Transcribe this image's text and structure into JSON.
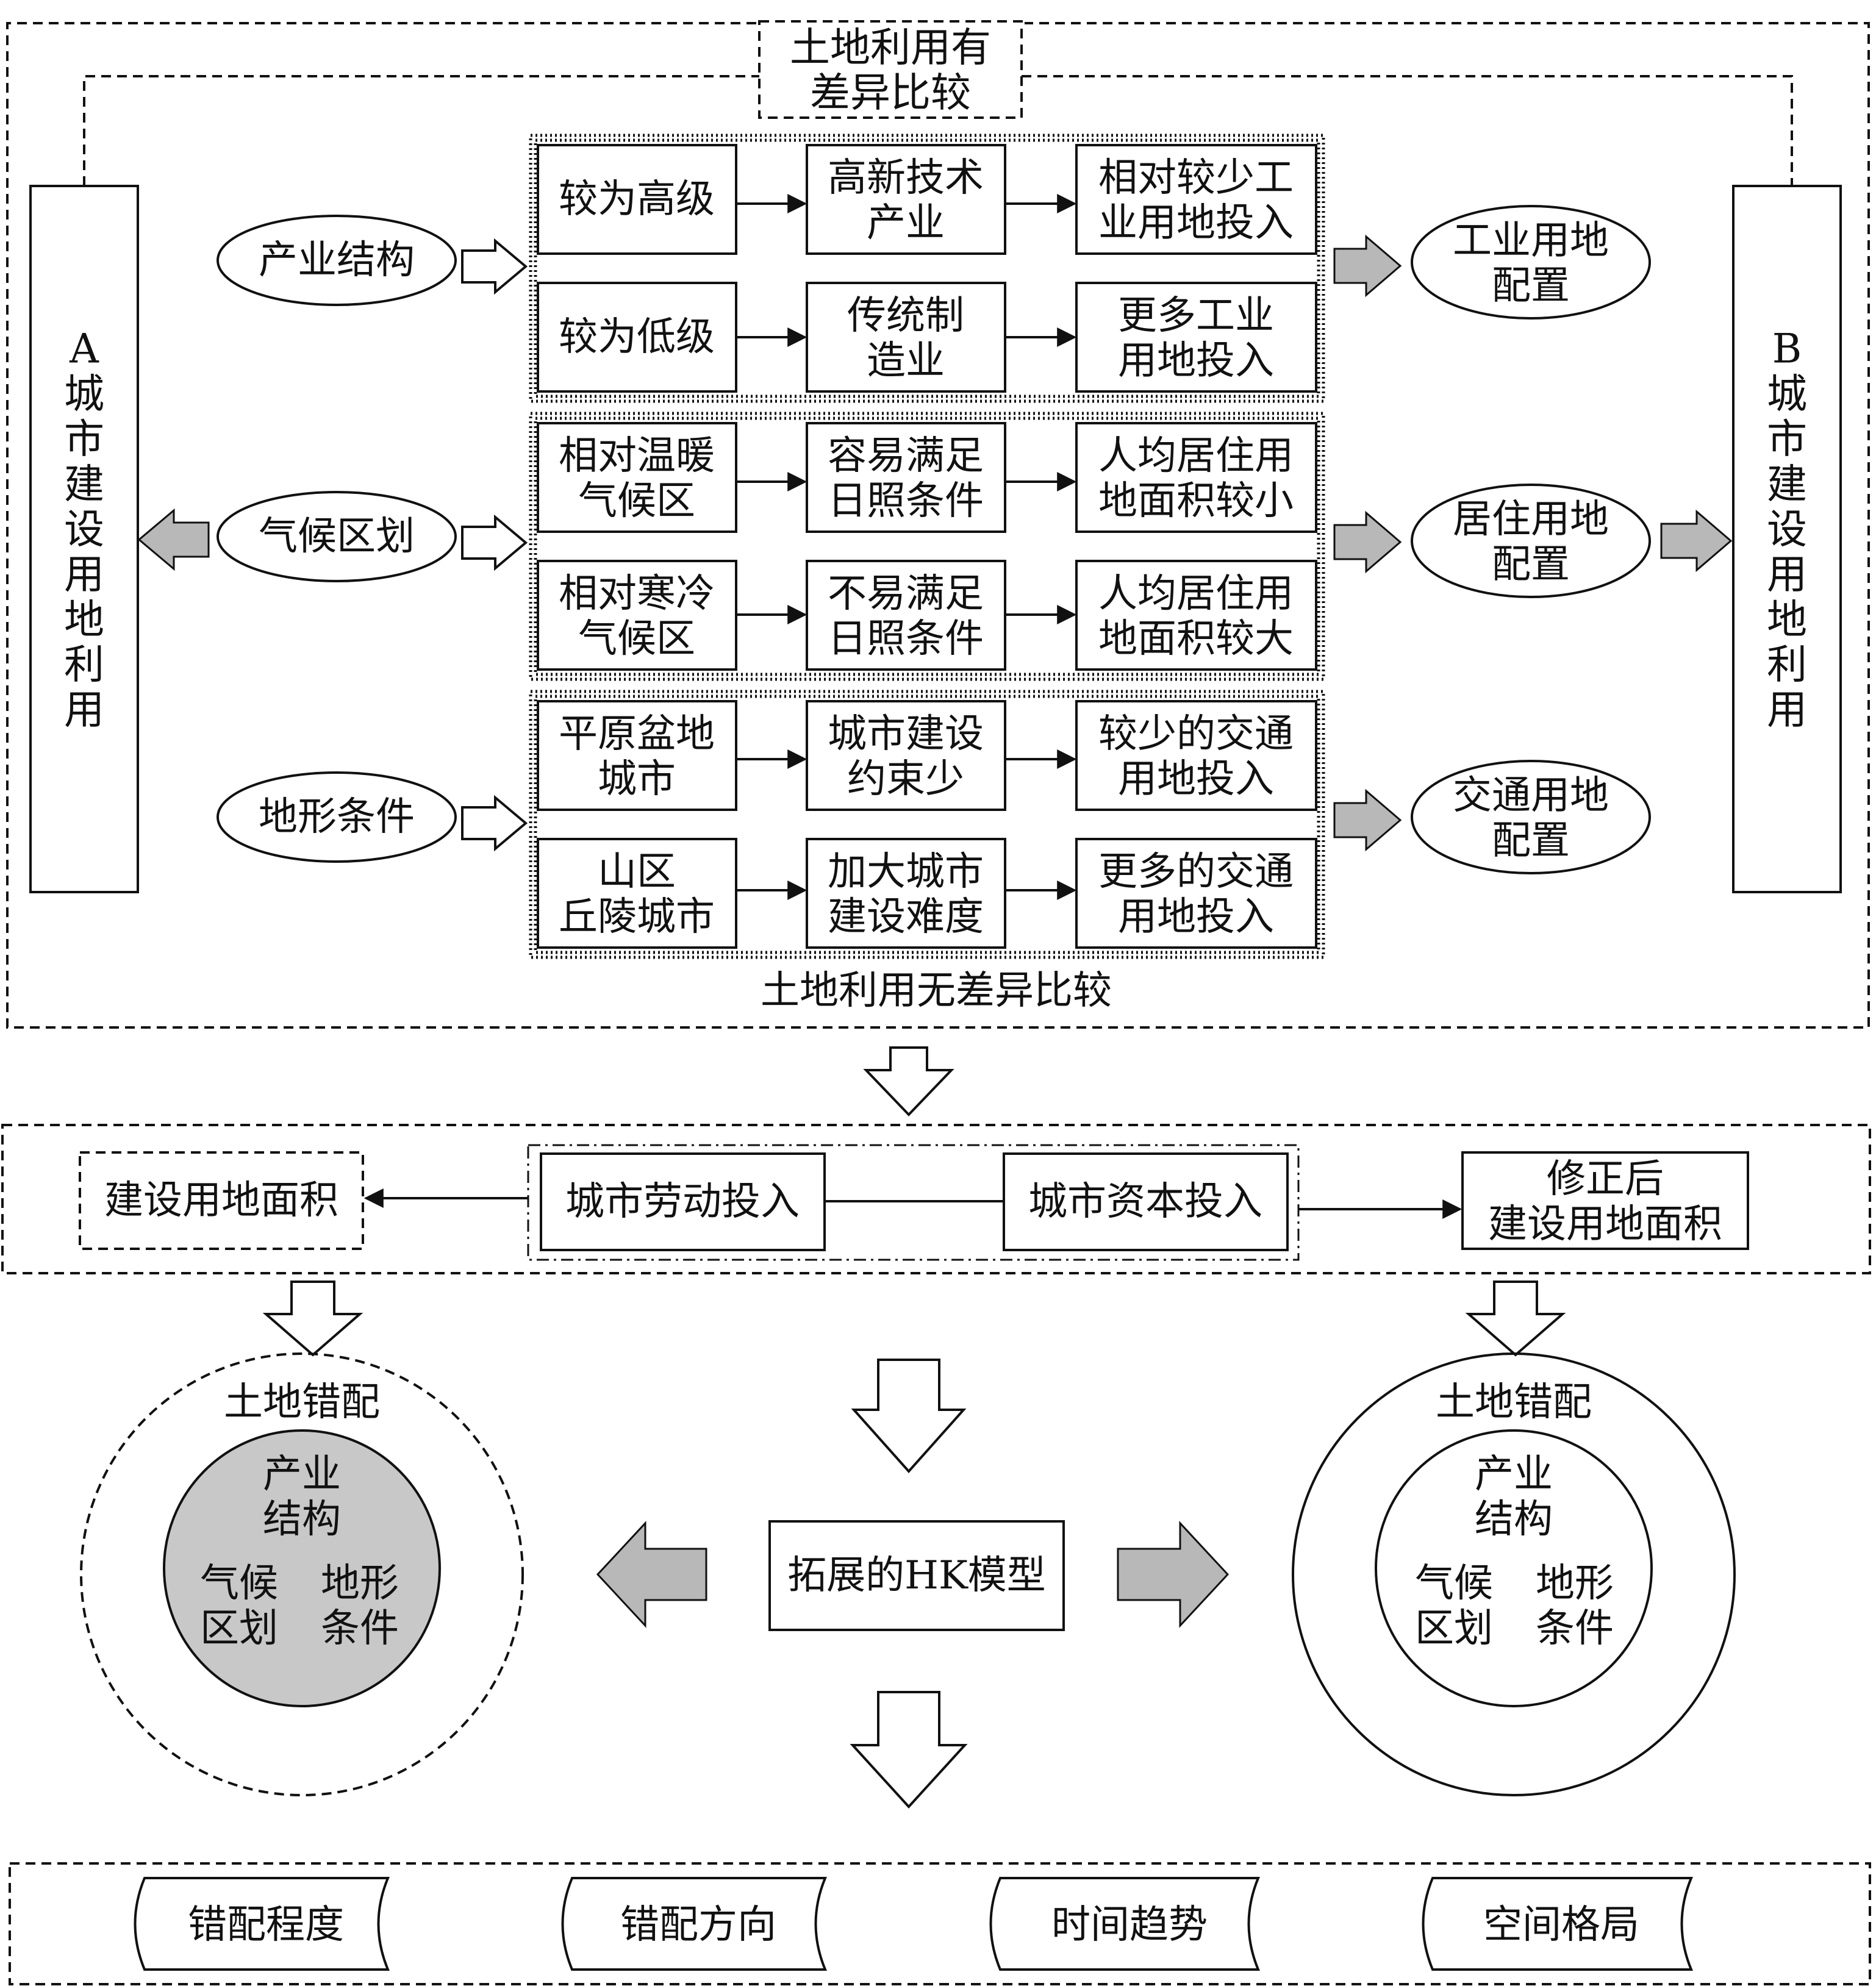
{
  "top_section": {
    "top_label": [
      "土地利用有",
      "差异比较"
    ],
    "bottom_label": "土地利用无差异比较",
    "city_a": [
      "A",
      "城",
      "市",
      "建",
      "设",
      "用",
      "地",
      "利",
      "用"
    ],
    "city_b": [
      "B",
      "城",
      "市",
      "建",
      "设",
      "用",
      "地",
      "利",
      "用"
    ],
    "factors": [
      "产业结构",
      "气候区划",
      "地形条件"
    ],
    "groups": [
      {
        "rows": [
          [
            [
              "较为高级"
            ],
            [
              "高新技术",
              "产业"
            ],
            [
              "相对较少工",
              "业用地投入"
            ]
          ],
          [
            [
              "较为低级"
            ],
            [
              "传统制",
              "造业"
            ],
            [
              "更多工业",
              "用地投入"
            ]
          ]
        ],
        "outcome": [
          "工业用地",
          "配置"
        ]
      },
      {
        "rows": [
          [
            [
              "相对温暖",
              "气候区"
            ],
            [
              "容易满足",
              "日照条件"
            ],
            [
              "人均居住用",
              "地面积较小"
            ]
          ],
          [
            [
              "相对寒冷",
              "气候区"
            ],
            [
              "不易满足",
              "日照条件"
            ],
            [
              "人均居住用",
              "地面积较大"
            ]
          ]
        ],
        "outcome": [
          "居住用地",
          "配置"
        ]
      },
      {
        "rows": [
          [
            [
              "平原盆地",
              "城市"
            ],
            [
              "城市建设",
              "约束少"
            ],
            [
              "较少的交通",
              "用地投入"
            ]
          ],
          [
            [
              "山区",
              "丘陵城市"
            ],
            [
              "加大城市",
              "建设难度"
            ],
            [
              "更多的交通",
              "用地投入"
            ]
          ]
        ],
        "outcome": [
          "交通用地",
          "配置"
        ]
      }
    ]
  },
  "middle_section": {
    "built_area": "建设用地面积",
    "labor_input": "城市劳动投入",
    "capital_input": "城市资本投入",
    "corrected_area": [
      "修正后",
      "建设用地面积"
    ]
  },
  "model_section": {
    "model_label": "拓展的HK模型",
    "left_circle": {
      "outer_label": "土地错配",
      "inner_top": [
        "产业",
        "结构"
      ],
      "inner_left": [
        "气候",
        "区划"
      ],
      "inner_right": [
        "地形",
        "条件"
      ]
    },
    "right_circle": {
      "outer_label": "土地错配",
      "inner_top": [
        "产业",
        "结构"
      ],
      "inner_left": [
        "气候",
        "区划"
      ],
      "inner_right": [
        "地形",
        "条件"
      ]
    }
  },
  "results": [
    "错配程度",
    "错配方向",
    "时间趋势",
    "空间格局"
  ],
  "colors": {
    "ink": "#111111",
    "grey_fill": "#b8b8b8",
    "background": "#ffffff"
  }
}
